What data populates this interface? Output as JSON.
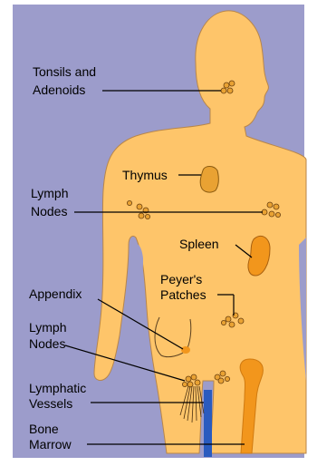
{
  "colors": {
    "background": "#9c9ccb",
    "body": "#fec56a",
    "outline": "#b8864a",
    "node": "#e9a233",
    "bone": "#f2961c",
    "vessel": "#2a5bbf",
    "leader": "#000000"
  },
  "labels": {
    "tonsils_line1": "Tonsils and",
    "tonsils_line2": "Adenoids",
    "thymus": "Thymus",
    "lymph_upper_line1": "Lymph",
    "lymph_upper_line2": "Nodes",
    "spleen": "Spleen",
    "peyers_line1": "Peyer's",
    "peyers_line2": "Patches",
    "appendix": "Appendix",
    "lymph_lower_line1": "Lymph",
    "lymph_lower_line2": "Nodes",
    "lymphatic_line1": "Lymphatic",
    "lymphatic_line2": "Vessels",
    "bone_line1": "Bone",
    "bone_line2": "Marrow"
  }
}
